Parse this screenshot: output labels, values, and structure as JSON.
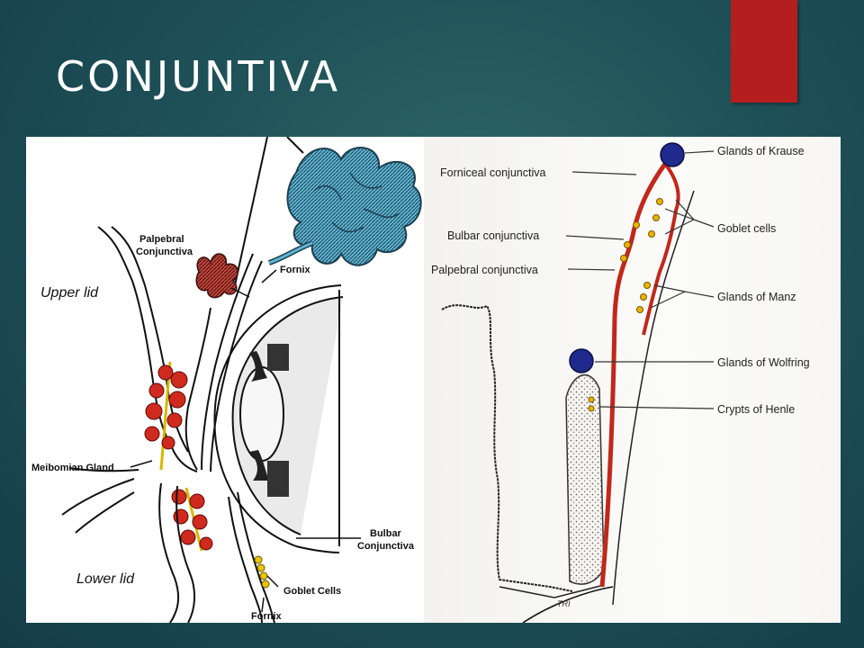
{
  "slide": {
    "title": "CONJUNTIVA",
    "accent_color": "#b51e1e",
    "background_color": "#1f5158"
  },
  "left_diagram": {
    "labels": {
      "palpebral_1": "Palpebral",
      "palpebral_2": "Conjunctiva",
      "fornix_top": "Fornix",
      "upper_lid": "Upper lid",
      "meibomian": "Meibomian Gland",
      "bulbar_1": "Bulbar",
      "bulbar_2": "Conjunctiva",
      "lower_lid": "Lower lid",
      "goblet": "Goblet Cells",
      "fornix_bottom": "Fornix"
    }
  },
  "right_diagram": {
    "labels": {
      "forniceal": "Forniceal conjunctiva",
      "bulbar": "Bulbar conjunctiva",
      "palpebral": "Palpebral conjunctiva",
      "krause": "Glands of Krause",
      "goblet": "Goblet cells",
      "manz": "Glands of Manz",
      "wolfring": "Glands of Wolfring",
      "henle": "Crypts of Henle",
      "signature": "TRI"
    }
  }
}
